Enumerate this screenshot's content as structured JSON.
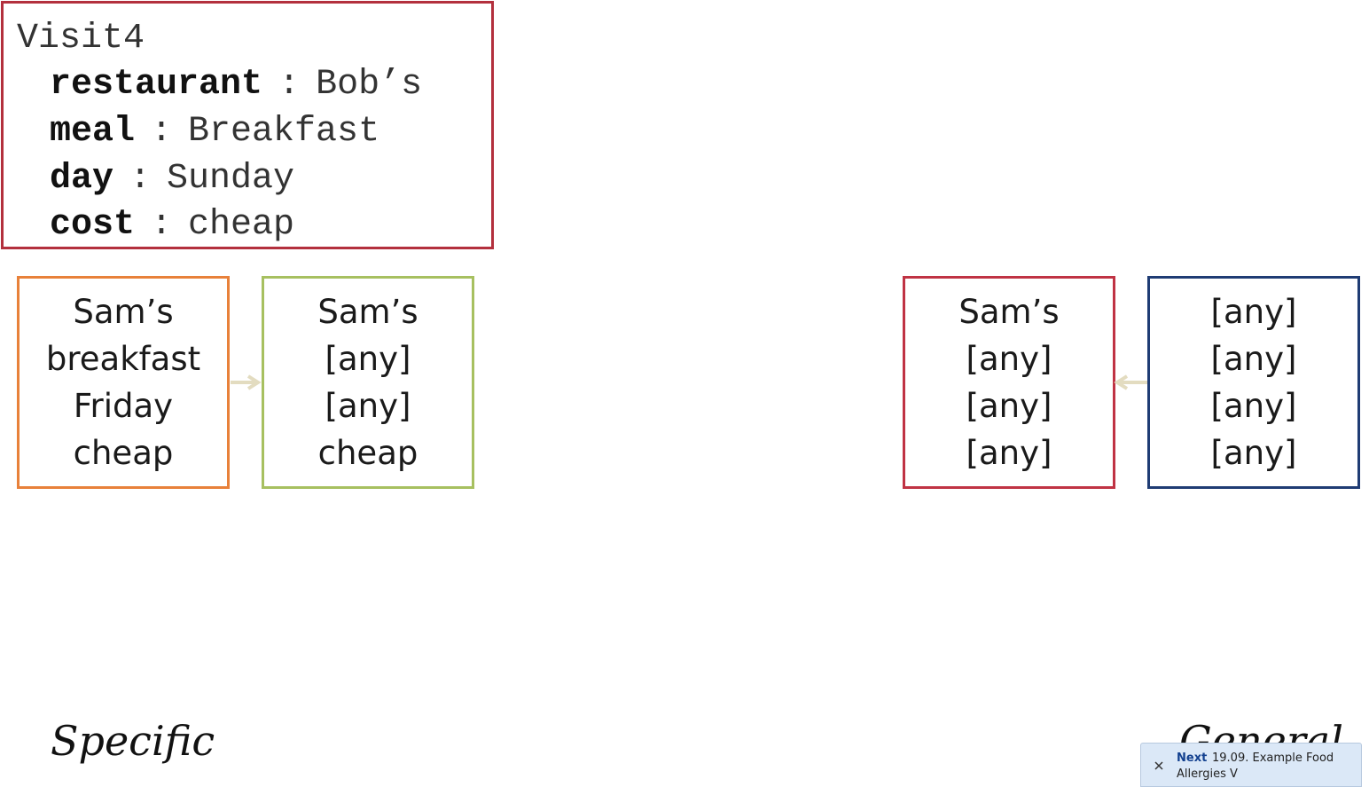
{
  "visit": {
    "title": "Visit4",
    "rows": [
      {
        "key": "restaurant",
        "sep": ":",
        "value": "Bob’s"
      },
      {
        "key": "meal",
        "sep": ":",
        "value": "Breakfast"
      },
      {
        "key": "day",
        "sep": ":",
        "value": "Sunday"
      },
      {
        "key": "cost",
        "sep": ":",
        "value": "cheap"
      }
    ]
  },
  "specific_boundary": [
    {
      "lines": [
        "Sam’s",
        "breakfast",
        "Friday",
        "cheap"
      ],
      "color": "#e8813a"
    },
    {
      "lines": [
        "Sam’s",
        "[any]",
        "[any]",
        "cheap"
      ],
      "color": "#a7c060"
    }
  ],
  "general_boundary": [
    {
      "lines": [
        "Sam’s",
        "[any]",
        "[any]",
        "[any]"
      ],
      "color": "#c03344"
    },
    {
      "lines": [
        "[any]",
        "[any]",
        "[any]",
        "[any]"
      ],
      "color": "#1f3c74"
    }
  ],
  "labels": {
    "specific": "Specific",
    "general": "General"
  },
  "next_popup": {
    "label": "Next",
    "title": "19.09. Example Food",
    "title_line2": "Allergies V"
  },
  "colors": {
    "visit_border": "#b3303d",
    "arrow": "#e3dcc0",
    "popup_bg": "#dbe8f7"
  }
}
